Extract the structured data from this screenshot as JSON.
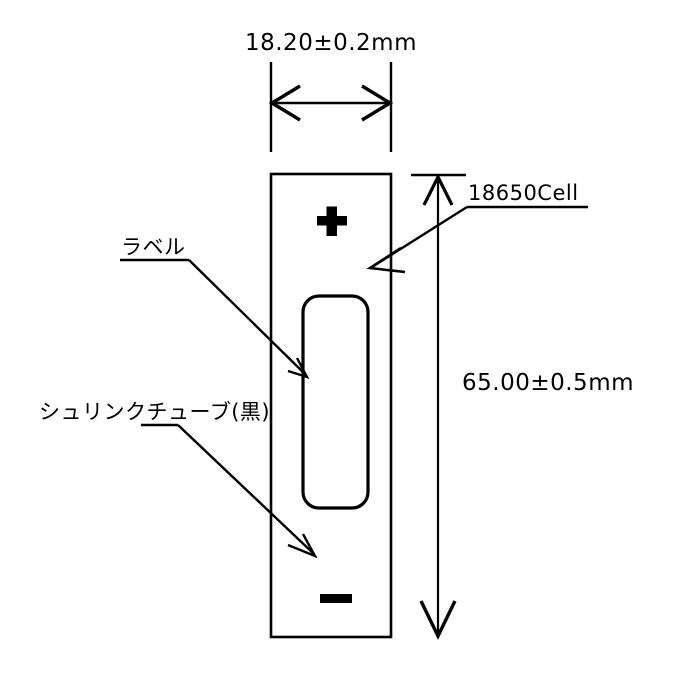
{
  "drawing": {
    "title": "18650 cell with shrink tube assembly drawing",
    "line_color": "#000000",
    "background_color": "#ffffff",
    "dimensions": {
      "width_label": "18.20±0.2mm",
      "height_label": "65.00±0.5mm"
    },
    "callouts": {
      "cell": "18650Cell",
      "label": "ラベル",
      "shrink_tube": "シュリンクチューブ(黒)"
    },
    "polarity": {
      "positive": "+",
      "negative": "−"
    }
  }
}
